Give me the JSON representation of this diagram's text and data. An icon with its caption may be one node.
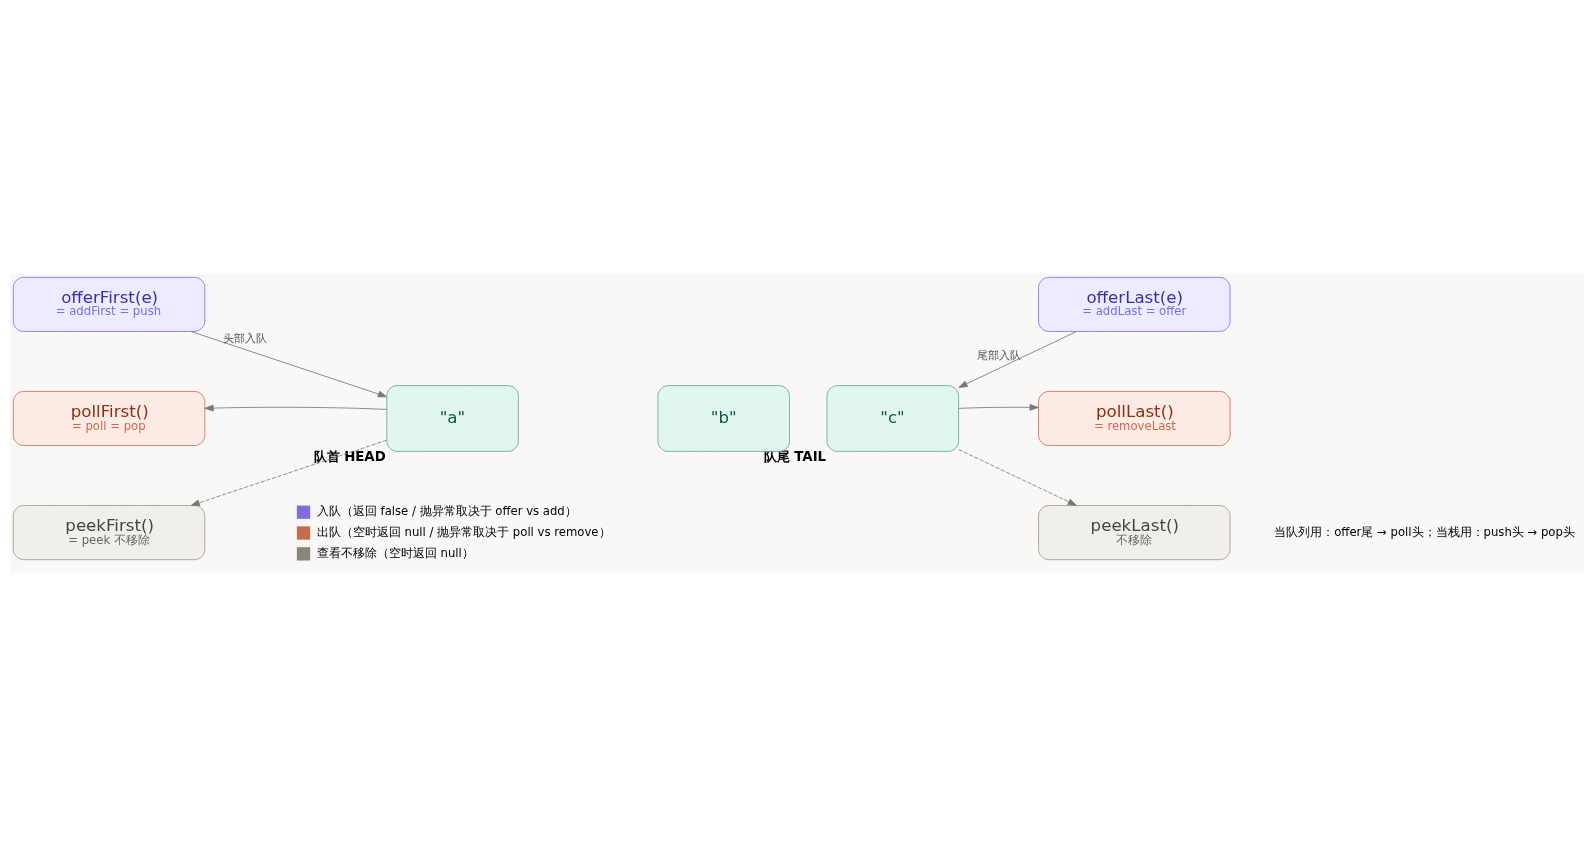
{
  "diagram": {
    "nodes": [
      {
        "text": [
          "offerFirst(e)",
          "= addFirst = push"
        ]
      },
      {
        "text": [
          "offerLast(e)",
          "= addLast = offer"
        ]
      },
      {
        "text": [
          "pollFirst()",
          "= poll = pop"
        ]
      },
      {
        "text": [
          "\"a\""
        ],
        "beside": [
          "队首 HEAD"
        ]
      },
      {
        "text": [
          "\"b\""
        ]
      },
      {
        "text": [
          "\"c\""
        ],
        "beside": [
          "队尾 TAIL"
        ]
      },
      {
        "text": [
          "pollLast()",
          "= removeLast"
        ]
      },
      {
        "text": [
          "peekFirst()",
          "= peek 不移除"
        ]
      },
      {
        "text": [
          "peekLast()",
          "不移除"
        ]
      }
    ],
    "edges": [
      {
        "from": 0,
        "to": 3,
        "arrow": "to",
        "label": "头部入队"
      },
      {
        "from": 1,
        "to": 5,
        "arrow": "to",
        "label": "尾部入队"
      },
      {
        "from": 3,
        "to": 2,
        "arrow": "to"
      },
      {
        "from": 5,
        "to": 6,
        "arrow": "to"
      },
      {
        "from": 3,
        "to": 7,
        "arrow": "to",
        "style": "dashed"
      },
      {
        "from": 5,
        "to": 8,
        "arrow": "to",
        "style": "dashed"
      }
    ],
    "labels": [
      "当队列用：offer尾 → poll头；当栈用：push头 → pop头"
    ],
    "legend": [
      {
        "text": "入队（返回 false / 抛异常取决于 offer vs add）",
        "color": "#7b6fe0"
      },
      {
        "text": "出队（空时返回 null / 抛异常取决于 poll vs remove）",
        "color": "#c86a50"
      },
      {
        "text": "查看不移除（空时返回 null）",
        "color": "#8a857c"
      }
    ]
  }
}
